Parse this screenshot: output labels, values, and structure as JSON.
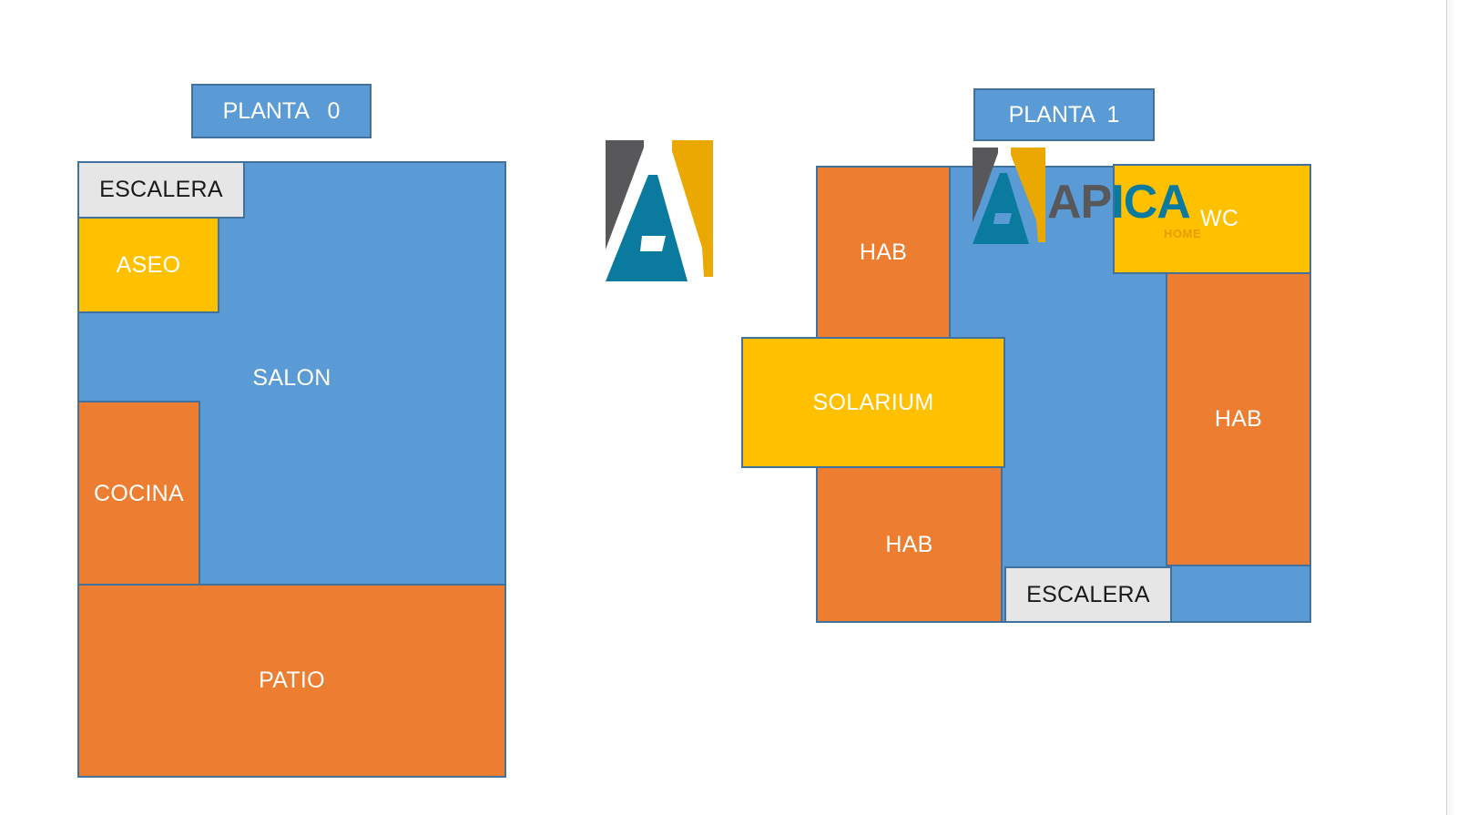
{
  "floor0": {
    "title": "PLANTA   0",
    "rooms": {
      "escalera": "ESCALERA",
      "aseo": "ASEO",
      "salon": "SALON",
      "cocina": "COCINA",
      "patio": "PATIO"
    }
  },
  "floor1": {
    "title": "PLANTA  1",
    "rooms": {
      "hab_top": "HAB",
      "wc": "WC",
      "solarium": "SOLARIUM",
      "hab_right": "HAB",
      "hab_bottom": "HAB",
      "escalera": "ESCALERA"
    }
  },
  "watermark": {
    "brand_part1": "AP",
    "brand_part2": "ICA",
    "subtitle": "HOME"
  },
  "colors": {
    "living": "#5b9bd5",
    "bedroom": "#ed7d31",
    "bath": "#ffc000",
    "stairs": "#e7e6e6",
    "logo_grey": "#58585b",
    "logo_gold": "#eba800",
    "logo_teal": "#0a7b9f"
  },
  "icons": {
    "logo": "apica-logo-icon"
  }
}
